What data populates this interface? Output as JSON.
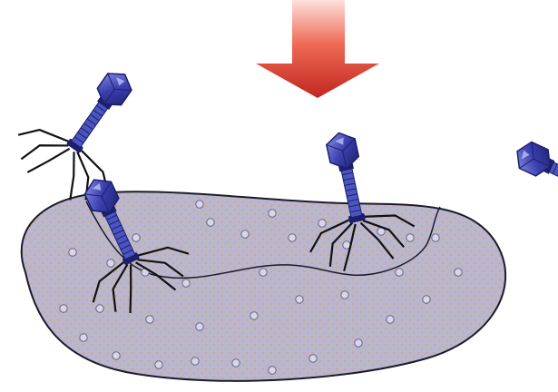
{
  "figure": {
    "subject": "bacteriophages-infecting-bacterium",
    "elements": [
      "arrow",
      "bacterium",
      "bacteriophage"
    ]
  },
  "colors": {
    "background": "#ffffff",
    "arrow_top": "#fde0dc",
    "arrow_mid": "#ef6a55",
    "arrow_bottom": "#c0261f",
    "cell_fill": "#b9b6d4",
    "cell_outline": "#1a1a2e",
    "cell_dot_fill": "#d8d6e8",
    "cell_dot_stroke": "#6a6680",
    "cell_speckle": "#cfae7a",
    "phage_head": "#3a3fae",
    "phage_head_dark": "#1c1f6b",
    "phage_tail": "#4b55c0",
    "phage_legs": "#111111"
  },
  "phages": [
    {
      "id": "phage-1",
      "state": "free"
    },
    {
      "id": "phage-2",
      "state": "attached-left"
    },
    {
      "id": "phage-3",
      "state": "attached-center"
    },
    {
      "id": "phage-4",
      "state": "approaching-right"
    }
  ]
}
